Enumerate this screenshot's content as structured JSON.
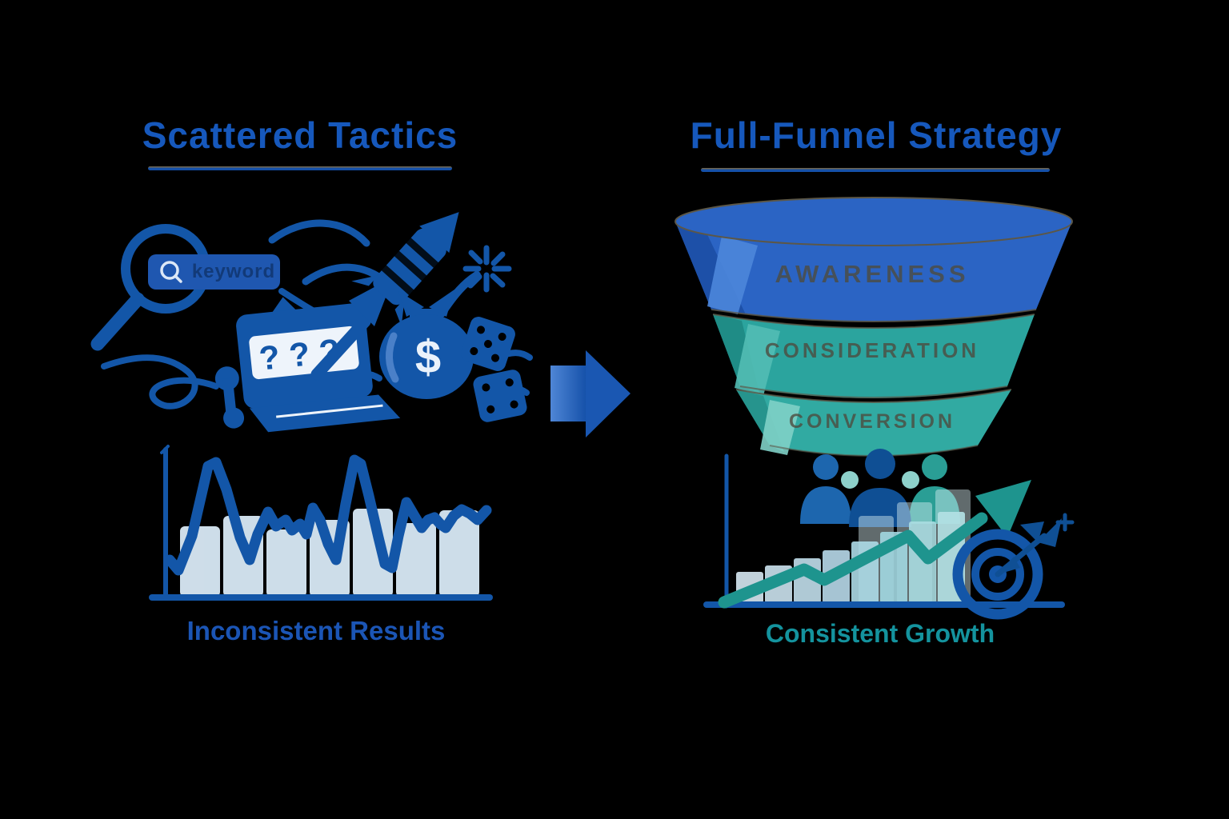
{
  "left_panel": {
    "title": "Scattered Tactics",
    "caption": "Inconsistent Results",
    "search_bar": {
      "text": "keyword",
      "icon": "magnifier-icon"
    },
    "slot_machine": {
      "display": "???"
    },
    "money_bag": {
      "symbol": "$"
    },
    "icons": [
      "magnifier-icon",
      "search-bar",
      "slot-machine-icon",
      "rocket-icon",
      "up-arrow-icon",
      "money-bag-icon",
      "spark-icon",
      "dice-icon",
      "tangled-line"
    ]
  },
  "center": {
    "arrow_icon": "right-arrow-icon"
  },
  "right_panel": {
    "title": "Full-Funnel Strategy",
    "caption": "Consistent Growth",
    "funnel_stages": [
      {
        "label": "AWARENESS",
        "color": "#2b64c4"
      },
      {
        "label": "CONSIDERATION",
        "color": "#2ba49e"
      },
      {
        "label": "CONVERSION",
        "color": "#31aaa2"
      }
    ],
    "icons": [
      "funnel-icon",
      "audience-people-icon",
      "growth-bars",
      "growth-arrow-icon",
      "target-icon",
      "dart-icon"
    ]
  },
  "colors": {
    "background": "#000000",
    "primary_blue": "#1356a8",
    "title_blue": "#1658bc",
    "funnel_blue": "#2b64c4",
    "funnel_teal": "#2ba49e",
    "funnel_teal_light": "#31aaa2",
    "growth_teal": "#1e948e",
    "caption_teal": "#14939e",
    "light_bar_blue": "#d9e9f6",
    "outline_gray": "#5c5747"
  }
}
